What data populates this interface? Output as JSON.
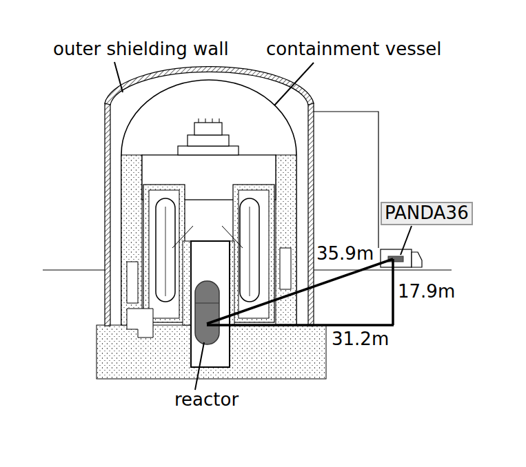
{
  "diagram": {
    "nodes": [
      {
        "text": [
          "PANDA36"
        ]
      }
    ],
    "labels": [
      "outer shielding wall",
      "containment vessel",
      "35.9m",
      "17.9m",
      "31.2m",
      "reactor"
    ]
  }
}
